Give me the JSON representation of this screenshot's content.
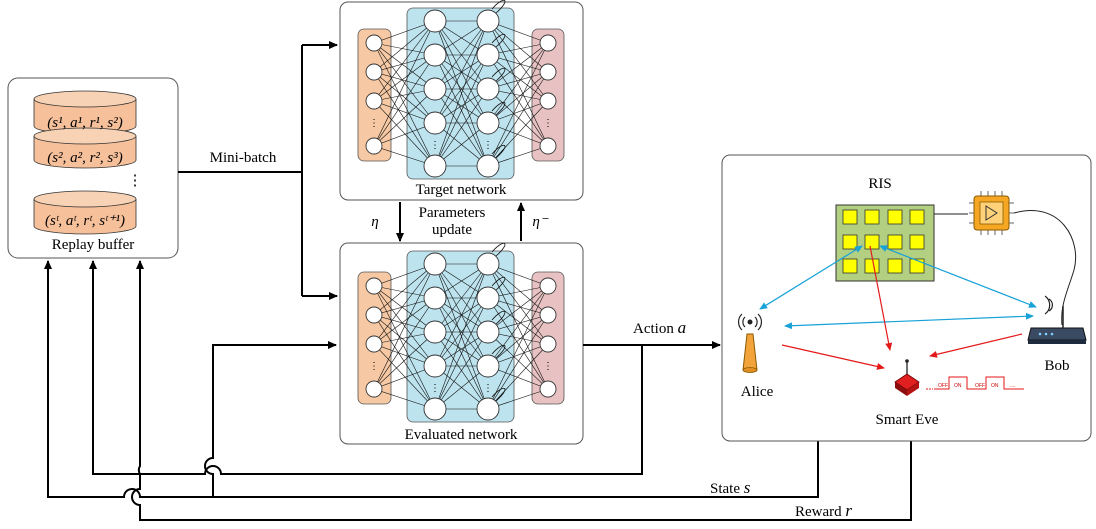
{
  "replay_buffer": {
    "label": "Replay buffer",
    "tuples": [
      "(s¹, a¹, r¹, s²)",
      "(s², a², r², s³)",
      "(sᵗ, aᵗ, rᵗ, sᵗ⁺¹)"
    ],
    "ellipsis": "⋮"
  },
  "mini_batch_label": "Mini-batch",
  "target_network": {
    "label": "Target network"
  },
  "evaluated_network": {
    "label": "Evaluated network"
  },
  "parameters_update": {
    "line1": "Parameters",
    "line2": "update",
    "eta": "η",
    "eta_minus": "η⁻"
  },
  "action_label": {
    "text": "Action ",
    "var": "a"
  },
  "state_label": {
    "text": "State ",
    "var": "s"
  },
  "reward_label": {
    "text": "Reward ",
    "var": "r"
  },
  "environment": {
    "ris_label": "RIS",
    "alice_label": "Alice",
    "bob_label": "Bob",
    "eve_label": "Smart Eve",
    "signal_labels": [
      "OFF",
      "ON",
      "OFF",
      "ON",
      "...."
    ]
  },
  "colors": {
    "input_layer": "#f6c9a4",
    "hidden_layer": "#bde3ee",
    "output_layer": "#e8c2c2",
    "buffer_disk": "#f6c09a",
    "ris_panel": "#b2cf82",
    "ris_element": "#ffff00",
    "blue_link": "#17a2d8",
    "red_link": "#e41a1a"
  }
}
